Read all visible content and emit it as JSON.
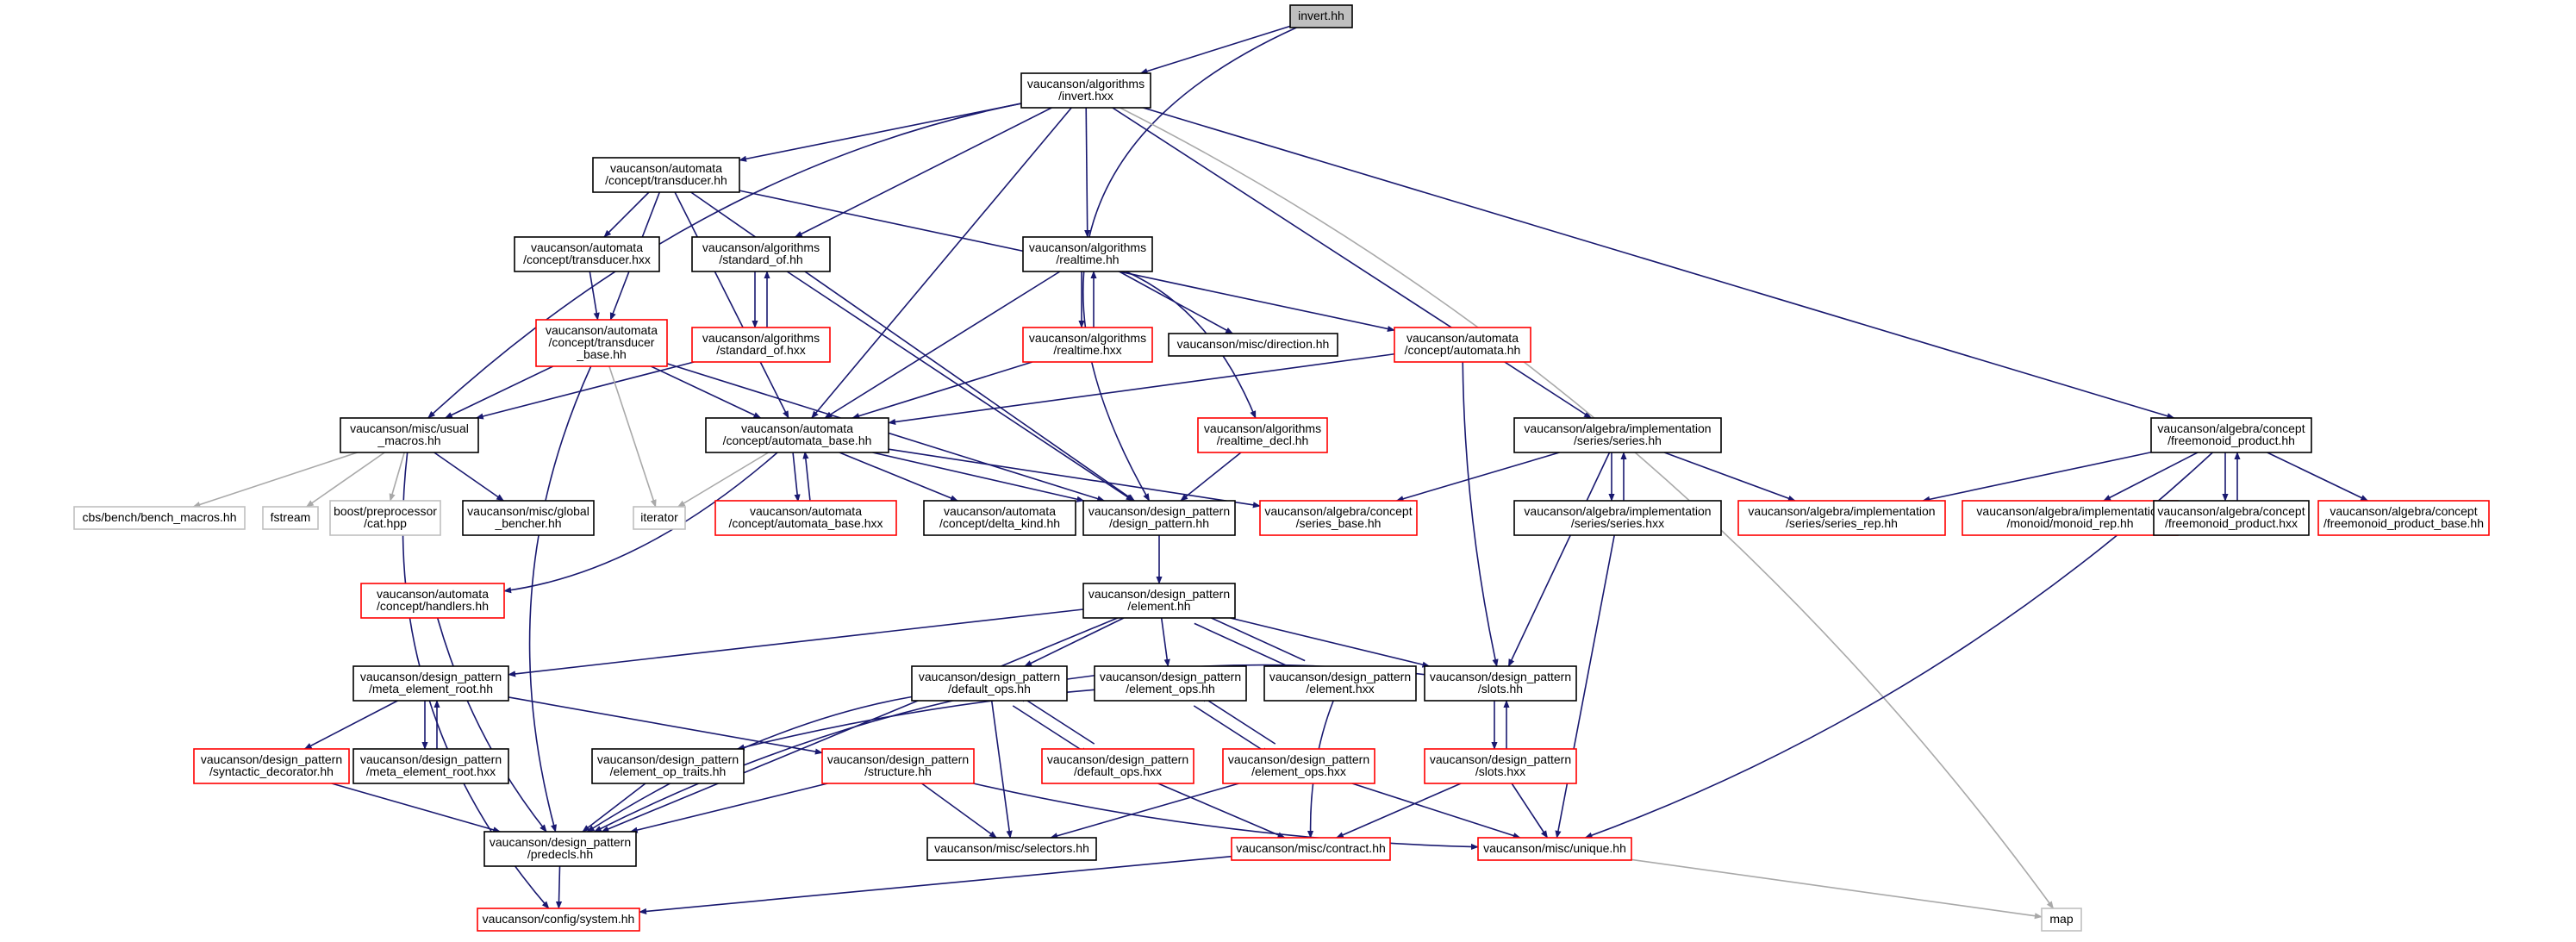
{
  "colors": {
    "root_fill": "#bfbfbf",
    "node_border": "#000000",
    "missing_doc_border": "#ff0000",
    "external_border": "#bfbfbf",
    "external_text": "#000000",
    "edge": "#191970",
    "edge_external": "#a9a9a9",
    "background": "#ffffff"
  },
  "nodes": [
    {
      "id": "invert_hh",
      "kind": "root",
      "lines": [
        "invert.hh"
      ]
    },
    {
      "id": "invert_hxx",
      "kind": "normal",
      "lines": [
        "vaucanson/algorithms",
        "/invert.hxx"
      ]
    },
    {
      "id": "transducer_hh",
      "kind": "normal",
      "lines": [
        "vaucanson/automata",
        "/concept/transducer.hh"
      ]
    },
    {
      "id": "transducer_hxx",
      "kind": "normal",
      "lines": [
        "vaucanson/automata",
        "/concept/transducer.hxx"
      ]
    },
    {
      "id": "standard_of_hh",
      "kind": "normal",
      "lines": [
        "vaucanson/algorithms",
        "/standard_of.hh"
      ]
    },
    {
      "id": "realtime_hh",
      "kind": "normal",
      "lines": [
        "vaucanson/algorithms",
        "/realtime.hh"
      ]
    },
    {
      "id": "transducer_base_hh",
      "kind": "missing",
      "lines": [
        "vaucanson/automata",
        "/concept/transducer",
        "_base.hh"
      ]
    },
    {
      "id": "standard_of_hxx",
      "kind": "missing",
      "lines": [
        "vaucanson/algorithms",
        "/standard_of.hxx"
      ]
    },
    {
      "id": "realtime_hxx",
      "kind": "missing",
      "lines": [
        "vaucanson/algorithms",
        "/realtime.hxx"
      ]
    },
    {
      "id": "direction_hh",
      "kind": "normal",
      "lines": [
        "vaucanson/misc/direction.hh"
      ]
    },
    {
      "id": "automata_hh",
      "kind": "missing",
      "lines": [
        "vaucanson/automata",
        "/concept/automata.hh"
      ]
    },
    {
      "id": "usual_macros_hh",
      "kind": "normal",
      "lines": [
        "vaucanson/misc/usual",
        "_macros.hh"
      ]
    },
    {
      "id": "automata_base_hh",
      "kind": "normal",
      "lines": [
        "vaucanson/automata",
        "/concept/automata_base.hh"
      ]
    },
    {
      "id": "realtime_decl_hh",
      "kind": "missing",
      "lines": [
        "vaucanson/algorithms",
        "/realtime_decl.hh"
      ]
    },
    {
      "id": "series_hh",
      "kind": "normal",
      "lines": [
        "vaucanson/algebra/implementation",
        "/series/series.hh"
      ]
    },
    {
      "id": "freemonoid_product_hh",
      "kind": "normal",
      "lines": [
        "vaucanson/algebra/concept",
        "/freemonoid_product.hh"
      ]
    },
    {
      "id": "bench_macros_hh",
      "kind": "external",
      "lines": [
        "cbs/bench/bench_macros.hh"
      ]
    },
    {
      "id": "fstream",
      "kind": "external",
      "lines": [
        "fstream"
      ]
    },
    {
      "id": "cat_hpp",
      "kind": "external",
      "lines": [
        "boost/preprocessor",
        "/cat.hpp"
      ]
    },
    {
      "id": "global_bencher_hh",
      "kind": "normal",
      "lines": [
        "vaucanson/misc/global",
        "_bencher.hh"
      ]
    },
    {
      "id": "iterator",
      "kind": "external",
      "lines": [
        "iterator"
      ]
    },
    {
      "id": "automata_base_hxx",
      "kind": "missing",
      "lines": [
        "vaucanson/automata",
        "/concept/automata_base.hxx"
      ]
    },
    {
      "id": "delta_kind_hh",
      "kind": "normal",
      "lines": [
        "vaucanson/automata",
        "/concept/delta_kind.hh"
      ]
    },
    {
      "id": "design_pattern_hh",
      "kind": "normal",
      "lines": [
        "vaucanson/design_pattern",
        "/design_pattern.hh"
      ]
    },
    {
      "id": "series_base_hh",
      "kind": "missing",
      "lines": [
        "vaucanson/algebra/concept",
        "/series_base.hh"
      ]
    },
    {
      "id": "series_hxx",
      "kind": "normal",
      "lines": [
        "vaucanson/algebra/implementation",
        "/series/series.hxx"
      ]
    },
    {
      "id": "series_rep_hh",
      "kind": "missing",
      "lines": [
        "vaucanson/algebra/implementation",
        "/series/series_rep.hh"
      ]
    },
    {
      "id": "monoid_rep_hh",
      "kind": "missing",
      "lines": [
        "vaucanson/algebra/implementation",
        "/monoid/monoid_rep.hh"
      ]
    },
    {
      "id": "freemonoid_product_hxx",
      "kind": "normal",
      "lines": [
        "vaucanson/algebra/concept",
        "/freemonoid_product.hxx"
      ]
    },
    {
      "id": "freemonoid_product_base_hh",
      "kind": "missing",
      "lines": [
        "vaucanson/algebra/concept",
        "/freemonoid_product_base.hh"
      ]
    },
    {
      "id": "handlers_hh",
      "kind": "missing",
      "lines": [
        "vaucanson/automata",
        "/concept/handlers.hh"
      ]
    },
    {
      "id": "element_hh",
      "kind": "normal",
      "lines": [
        "vaucanson/design_pattern",
        "/element.hh"
      ]
    },
    {
      "id": "meta_element_root_hh",
      "kind": "normal",
      "lines": [
        "vaucanson/design_pattern",
        "/meta_element_root.hh"
      ]
    },
    {
      "id": "default_ops_hh",
      "kind": "normal",
      "lines": [
        "vaucanson/design_pattern",
        "/default_ops.hh"
      ]
    },
    {
      "id": "element_ops_hh",
      "kind": "normal",
      "lines": [
        "vaucanson/design_pattern",
        "/element_ops.hh"
      ]
    },
    {
      "id": "element_hxx",
      "kind": "normal",
      "lines": [
        "vaucanson/design_pattern",
        "/element.hxx"
      ]
    },
    {
      "id": "slots_hh",
      "kind": "normal",
      "lines": [
        "vaucanson/design_pattern",
        "/slots.hh"
      ]
    },
    {
      "id": "syntactic_decorator_hh",
      "kind": "missing",
      "lines": [
        "vaucanson/design_pattern",
        "/syntactic_decorator.hh"
      ]
    },
    {
      "id": "meta_element_root_hxx",
      "kind": "normal",
      "lines": [
        "vaucanson/design_pattern",
        "/meta_element_root.hxx"
      ]
    },
    {
      "id": "element_op_traits_hh",
      "kind": "normal",
      "lines": [
        "vaucanson/design_pattern",
        "/element_op_traits.hh"
      ]
    },
    {
      "id": "structure_hh",
      "kind": "missing",
      "lines": [
        "vaucanson/design_pattern",
        "/structure.hh"
      ]
    },
    {
      "id": "default_ops_hxx",
      "kind": "missing",
      "lines": [
        "vaucanson/design_pattern",
        "/default_ops.hxx"
      ]
    },
    {
      "id": "element_ops_hxx",
      "kind": "missing",
      "lines": [
        "vaucanson/design_pattern",
        "/element_ops.hxx"
      ]
    },
    {
      "id": "slots_hxx",
      "kind": "missing",
      "lines": [
        "vaucanson/design_pattern",
        "/slots.hxx"
      ]
    },
    {
      "id": "predecls_hh",
      "kind": "normal",
      "lines": [
        "vaucanson/design_pattern",
        "/predecls.hh"
      ]
    },
    {
      "id": "selectors_hh",
      "kind": "normal",
      "lines": [
        "vaucanson/misc/selectors.hh"
      ]
    },
    {
      "id": "contract_hh",
      "kind": "missing",
      "lines": [
        "vaucanson/misc/contract.hh"
      ]
    },
    {
      "id": "unique_hh",
      "kind": "missing",
      "lines": [
        "vaucanson/misc/unique.hh"
      ]
    },
    {
      "id": "system_hh",
      "kind": "missing",
      "lines": [
        "vaucanson/config/system.hh"
      ]
    },
    {
      "id": "map",
      "kind": "external",
      "lines": [
        "map"
      ]
    }
  ],
  "edges": [
    [
      "invert_hh",
      "invert_hxx"
    ],
    [
      "invert_hh",
      "design_pattern_hh"
    ],
    [
      "invert_hxx",
      "transducer_hh"
    ],
    [
      "invert_hxx",
      "usual_macros_hh"
    ],
    [
      "invert_hxx",
      "standard_of_hh"
    ],
    [
      "invert_hxx",
      "realtime_hh"
    ],
    [
      "invert_hxx",
      "automata_base_hh"
    ],
    [
      "invert_hxx",
      "series_hh"
    ],
    [
      "invert_hxx",
      "freemonoid_product_hh"
    ],
    [
      "invert_hxx",
      "map"
    ],
    [
      "transducer_hh",
      "transducer_hxx"
    ],
    [
      "transducer_hh",
      "transducer_base_hh"
    ],
    [
      "transducer_hh",
      "automata_base_hh"
    ],
    [
      "transducer_hh",
      "automata_hh"
    ],
    [
      "transducer_hh",
      "design_pattern_hh"
    ],
    [
      "transducer_hxx",
      "transducer_base_hh"
    ],
    [
      "standard_of_hh",
      "standard_of_hxx"
    ],
    [
      "standard_of_hxx",
      "standard_of_hh"
    ],
    [
      "standard_of_hh",
      "design_pattern_hh"
    ],
    [
      "standard_of_hxx",
      "usual_macros_hh"
    ],
    [
      "realtime_hh",
      "realtime_hxx"
    ],
    [
      "realtime_hxx",
      "realtime_hh"
    ],
    [
      "realtime_hh",
      "direction_hh"
    ],
    [
      "realtime_hh",
      "automata_base_hh"
    ],
    [
      "realtime_hh",
      "realtime_decl_hh"
    ],
    [
      "realtime_hxx",
      "automata_base_hh"
    ],
    [
      "transducer_base_hh",
      "usual_macros_hh"
    ],
    [
      "transducer_base_hh",
      "automata_base_hh"
    ],
    [
      "transducer_base_hh",
      "iterator"
    ],
    [
      "transducer_base_hh",
      "design_pattern_hh"
    ],
    [
      "transducer_base_hh",
      "predecls_hh"
    ],
    [
      "automata_hh",
      "automata_base_hh"
    ],
    [
      "automata_hh",
      "slots_hh"
    ],
    [
      "usual_macros_hh",
      "bench_macros_hh"
    ],
    [
      "usual_macros_hh",
      "fstream"
    ],
    [
      "usual_macros_hh",
      "cat_hpp"
    ],
    [
      "usual_macros_hh",
      "global_bencher_hh"
    ],
    [
      "usual_macros_hh",
      "system_hh"
    ],
    [
      "automata_base_hh",
      "iterator"
    ],
    [
      "automata_base_hh",
      "automata_base_hxx"
    ],
    [
      "automata_base_hxx",
      "automata_base_hh"
    ],
    [
      "automata_base_hh",
      "delta_kind_hh"
    ],
    [
      "automata_base_hh",
      "design_pattern_hh"
    ],
    [
      "automata_base_hh",
      "series_base_hh"
    ],
    [
      "automata_base_hh",
      "handlers_hh"
    ],
    [
      "realtime_decl_hh",
      "design_pattern_hh"
    ],
    [
      "series_hh",
      "series_base_hh"
    ],
    [
      "series_hh",
      "series_hxx"
    ],
    [
      "series_hxx",
      "series_hh"
    ],
    [
      "series_hh",
      "series_rep_hh"
    ],
    [
      "series_hh",
      "slots_hh"
    ],
    [
      "series_hxx",
      "unique_hh"
    ],
    [
      "freemonoid_product_hh",
      "series_rep_hh"
    ],
    [
      "freemonoid_product_hh",
      "monoid_rep_hh"
    ],
    [
      "freemonoid_product_hh",
      "freemonoid_product_hxx"
    ],
    [
      "freemonoid_product_hxx",
      "freemonoid_product_hh"
    ],
    [
      "freemonoid_product_hh",
      "freemonoid_product_base_hh"
    ],
    [
      "freemonoid_product_hh",
      "unique_hh"
    ],
    [
      "handlers_hh",
      "predecls_hh"
    ],
    [
      "design_pattern_hh",
      "element_hh"
    ],
    [
      "element_hh",
      "meta_element_root_hh"
    ],
    [
      "element_hh",
      "default_ops_hh"
    ],
    [
      "element_hh",
      "element_ops_hh"
    ],
    [
      "element_hh",
      "element_hxx"
    ],
    [
      "element_hxx",
      "element_hh"
    ],
    [
      "element_hh",
      "slots_hh"
    ],
    [
      "element_hh",
      "predecls_hh"
    ],
    [
      "meta_element_root_hh",
      "syntactic_decorator_hh"
    ],
    [
      "meta_element_root_hh",
      "meta_element_root_hxx"
    ],
    [
      "meta_element_root_hxx",
      "meta_element_root_hh"
    ],
    [
      "meta_element_root_hh",
      "structure_hh"
    ],
    [
      "default_ops_hh",
      "default_ops_hxx"
    ],
    [
      "default_ops_hxx",
      "default_ops_hh"
    ],
    [
      "default_ops_hh",
      "selectors_hh"
    ],
    [
      "default_ops_hh",
      "predecls_hh"
    ],
    [
      "element_ops_hh",
      "element_ops_hxx"
    ],
    [
      "element_ops_hxx",
      "element_ops_hh"
    ],
    [
      "element_ops_hh",
      "element_op_traits_hh"
    ],
    [
      "element_hxx",
      "contract_hh"
    ],
    [
      "slots_hh",
      "slots_hxx"
    ],
    [
      "slots_hxx",
      "slots_hh"
    ],
    [
      "slots_hh",
      "predecls_hh"
    ],
    [
      "syntactic_decorator_hh",
      "predecls_hh"
    ],
    [
      "element_op_traits_hh",
      "predecls_hh"
    ],
    [
      "structure_hh",
      "predecls_hh"
    ],
    [
      "structure_hh",
      "selectors_hh"
    ],
    [
      "structure_hh",
      "unique_hh"
    ],
    [
      "default_ops_hxx",
      "contract_hh"
    ],
    [
      "element_ops_hxx",
      "selectors_hh"
    ],
    [
      "element_ops_hxx",
      "unique_hh"
    ],
    [
      "slots_hxx",
      "contract_hh"
    ],
    [
      "slots_hxx",
      "unique_hh"
    ],
    [
      "predecls_hh",
      "system_hh"
    ],
    [
      "contract_hh",
      "system_hh"
    ],
    [
      "unique_hh",
      "map"
    ]
  ]
}
